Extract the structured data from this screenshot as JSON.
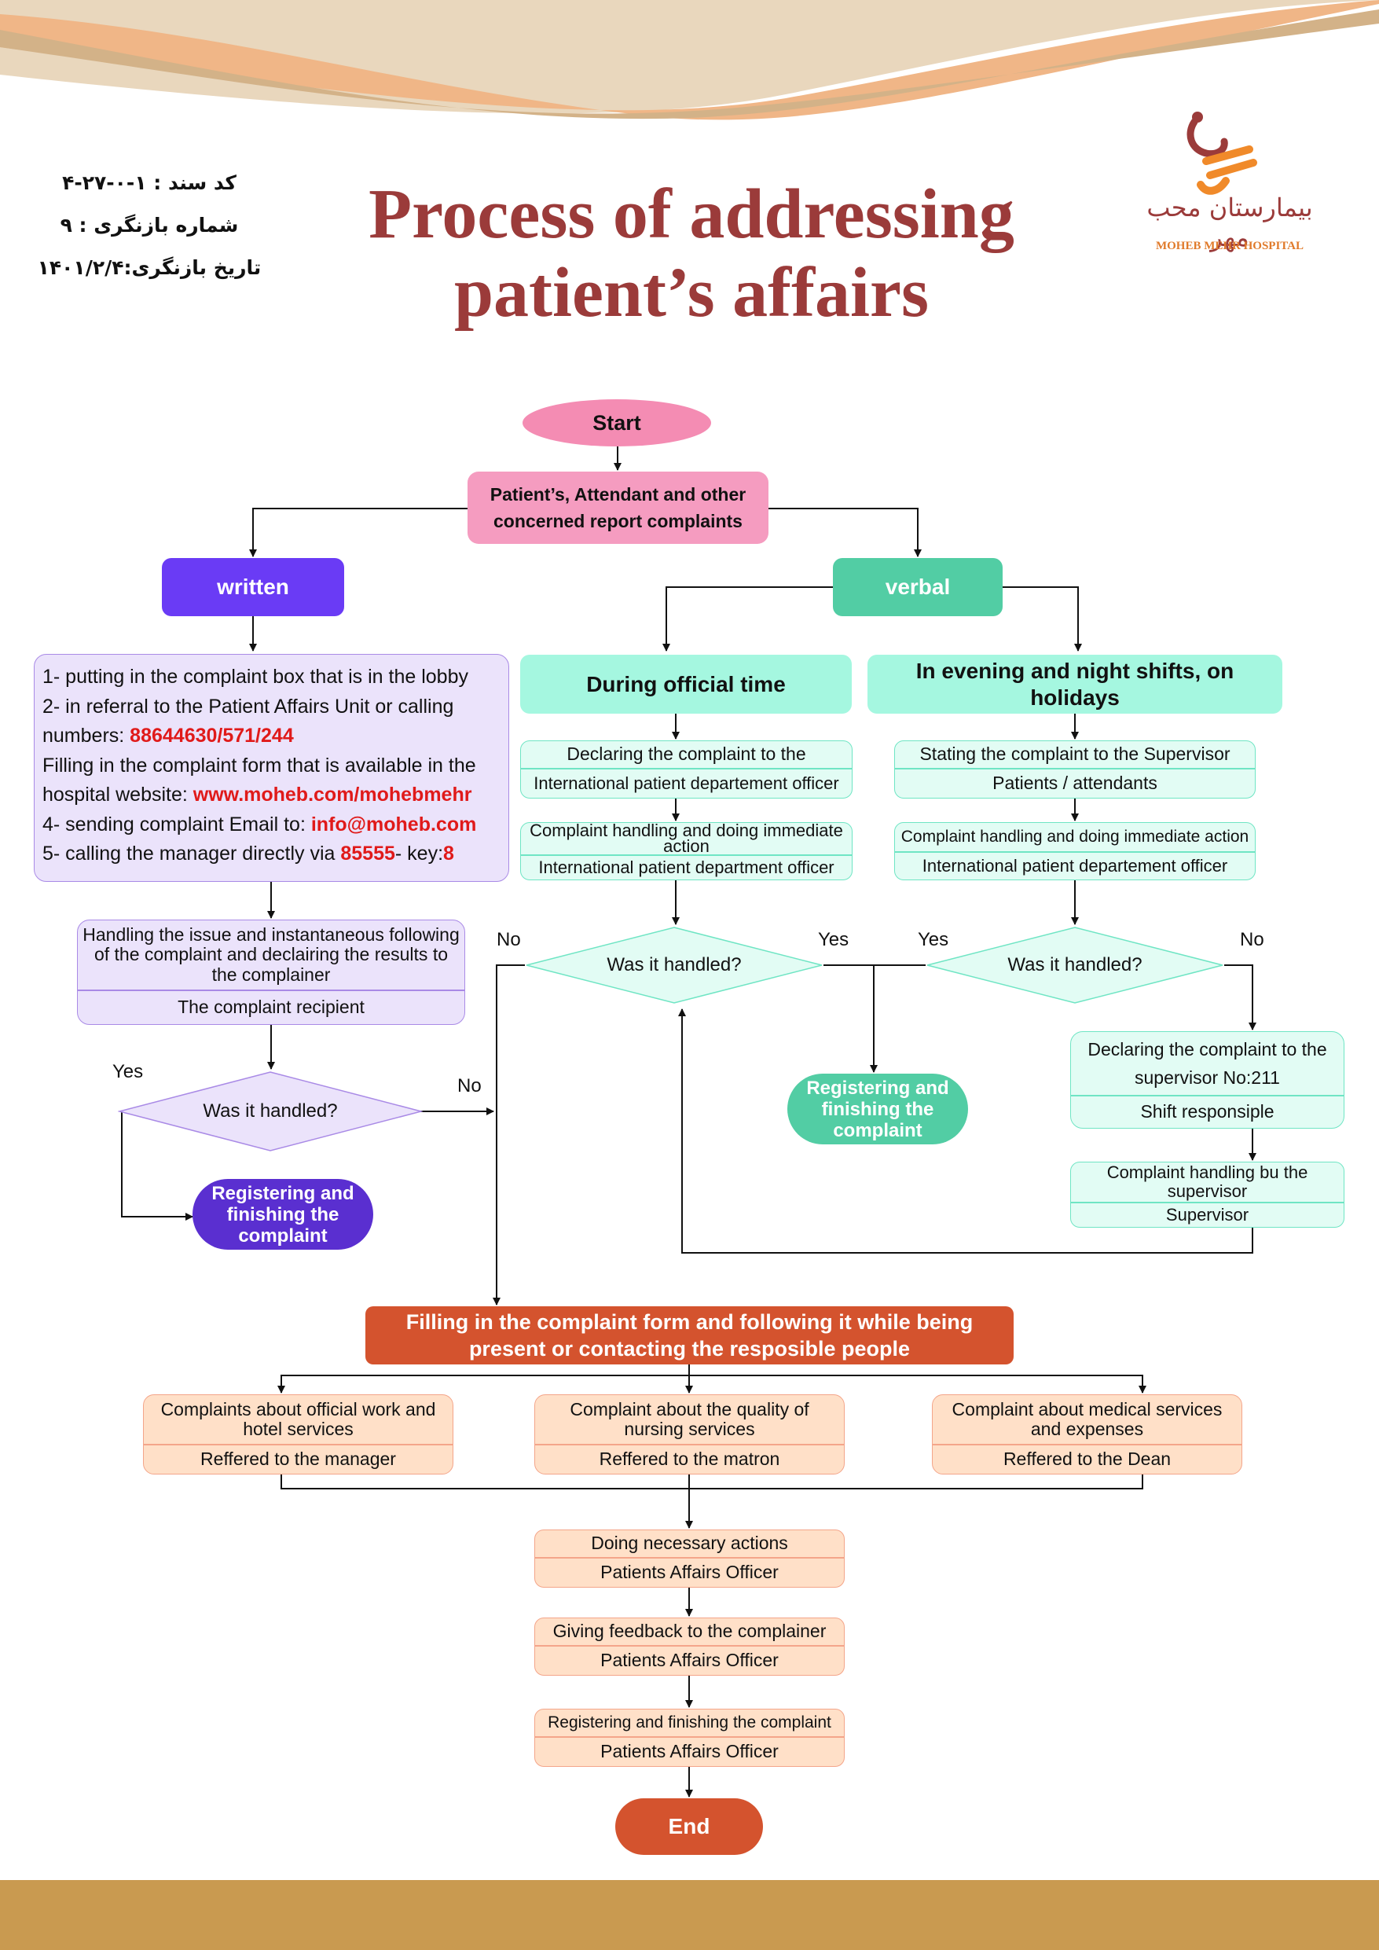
{
  "header": {
    "title_line1": "Process of addressing",
    "title_line2": "patient’s affairs",
    "doc_code": "کد سند : ۱-۰-۲۷-۴",
    "revision_no": "شماره بازنگری : ۹",
    "revision_date": "تاریخ بازنگری:۱۴۰۱/۲/۴",
    "logo_name_fa": "بیمارستان محب مهر",
    "logo_name_en": "MOHEB MEHR HOSPITAL"
  },
  "colors": {
    "title": "#9b3b3a",
    "start": "#f48cb3",
    "written": "#6a3bf5",
    "verbal": "#52cda4",
    "mint_box": "#a5f7e0",
    "lavender_box": "#ebe3fb",
    "peach_box": "#ffe0c8",
    "orange": "#d4532e",
    "footer": "#c99a50"
  },
  "flow": {
    "start": "Start",
    "complaints": "Patient’s, Attendant and other concerned report complaints",
    "written": "written",
    "verbal": "verbal",
    "written_list": {
      "l1": "1- putting in the complaint box that is in the lobby",
      "l2": "2- in referral to the Patient Affairs Unit or calling",
      "l3_prefix": "numbers: ",
      "l3_phone": "88644630/571/244",
      "l4": "Filling in the complaint form that is available in the",
      "l5_prefix": "hospital website: ",
      "l5_url": "www.moheb.com/mohebmehr",
      "l6_prefix": "4- sending complaint Email to: ",
      "l6_email": "info@moheb.com",
      "l7_prefix": "5- calling the manager directly via ",
      "l7_phone": "85555",
      "l7_mid": "- key:",
      "l7_key": "8"
    },
    "handling_written_top": "Handling the issue and instantaneous following of the complaint and declairing the results to the complainer",
    "handling_written_bottom": "The complaint recipient",
    "was_handled": "Was it handled?",
    "yes": "Yes",
    "no": "No",
    "register_finish": "Registering and finishing the complaint",
    "official_time": "During official time",
    "evening_shifts": "In evening and night shifts, on holidays",
    "declaring_official_top": "Declaring the complaint to the",
    "declaring_official_bottom": "International patient departement officer",
    "handling_official_top": "Complaint handling and doing immediate action",
    "handling_official_bottom": "International patient department officer",
    "stating_evening_top": "Stating the complaint to the Supervisor",
    "stating_evening_bottom": "Patients / attendants",
    "handling_evening_top": "Complaint handling and doing immediate action",
    "handling_evening_bottom": "International patient departement officer",
    "declaring_supervisor_top": "Declaring the complaint to the supervisor No:211",
    "declaring_supervisor_bottom": "Shift responsiple",
    "handling_supervisor_top": "Complaint handling bu the supervisor",
    "handling_supervisor_bottom": "Supervisor",
    "filling_form": "Filling in the complaint form and following it while being present or contacting the resposible people",
    "cat1_top": "Complaints about official work and hotel services",
    "cat1_bottom": "Reffered to the manager",
    "cat2_top": "Complaint about the quality of nursing services",
    "cat2_bottom": "Reffered to the matron",
    "cat3_top": "Complaint about medical services and expenses",
    "cat3_bottom": "Reffered to the Dean",
    "step1_top": "Doing necessary actions",
    "step1_bottom": "Patients Affairs Officer",
    "step2_top": "Giving feedback to the complainer",
    "step2_bottom": "Patients Affairs Officer",
    "step3_top": "Registering and finishing the complaint",
    "step3_bottom": "Patients Affairs Officer",
    "end": "End"
  }
}
